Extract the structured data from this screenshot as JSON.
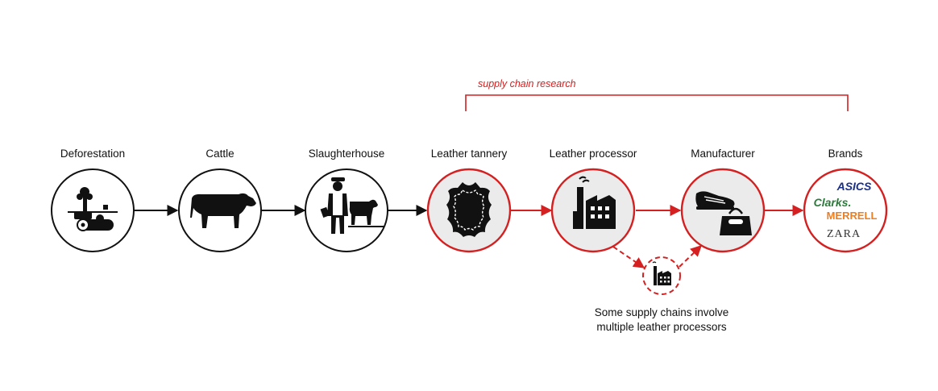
{
  "colors": {
    "accent": "#d42020",
    "ink": "#111111",
    "node_fill_highlight": "#ebebeb",
    "asics": "#1a2f88",
    "clarks": "#2b7a3a",
    "merrell": "#f07d1e",
    "zara": "#333333"
  },
  "bracket": {
    "label": "supply chain research"
  },
  "stages": [
    {
      "label": "Deforestation",
      "icon": "deforestation-icon"
    },
    {
      "label": "Cattle",
      "icon": "cow-icon"
    },
    {
      "label": "Slaughterhouse",
      "icon": "slaughterhouse-icon"
    },
    {
      "label": "Leather tannery",
      "icon": "leather-hide-icon"
    },
    {
      "label": "Leather processor",
      "icon": "factory-icon"
    },
    {
      "label": "Manufacturer",
      "icon": "shoe-handbag-icon"
    },
    {
      "label": "Brands",
      "icon": "brand-logos-icon"
    }
  ],
  "brands": [
    "ASICS",
    "Clarks.",
    "MERRELL",
    "ZARA"
  ],
  "side_node": {
    "icon": "small-factory-icon"
  },
  "note": {
    "line1": "Some supply chains involve",
    "line2": "multiple leather processors"
  }
}
